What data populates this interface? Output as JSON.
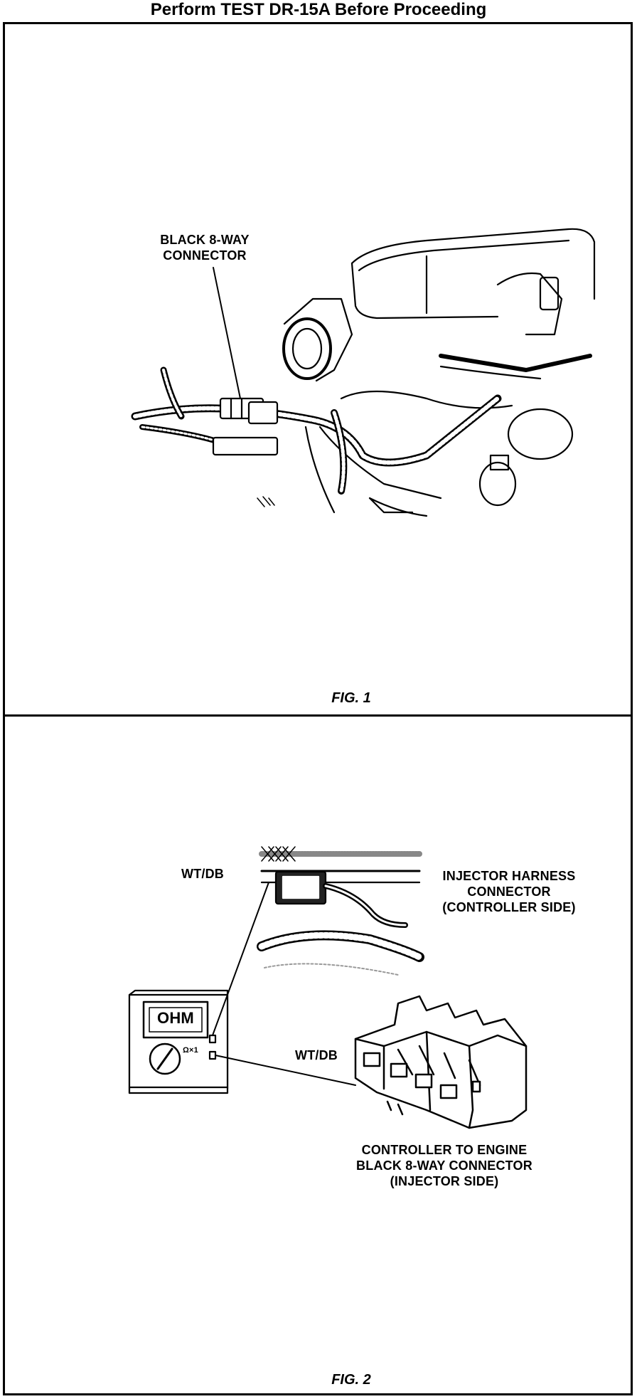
{
  "header": {
    "title": "Perform TEST DR-15A Before Proceeding"
  },
  "figure1": {
    "callout": "BLACK 8-WAY\nCONNECTOR",
    "caption": "FIG. 1"
  },
  "figure2": {
    "wire_label_top": "WT/DB",
    "harness_label": "INJECTOR HARNESS\nCONNECTOR\n(CONTROLLER SIDE)",
    "meter_display": "OHM",
    "meter_range": "Ω×1",
    "wire_label_bottom": "WT/DB",
    "connector_label": "CONTROLLER TO ENGINE\nBLACK 8-WAY CONNECTOR\n(INJECTOR SIDE)",
    "caption": "FIG. 2"
  }
}
